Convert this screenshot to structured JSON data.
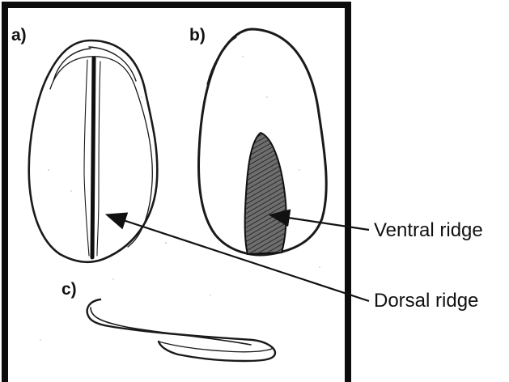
{
  "figure": {
    "panels": [
      {
        "label": "a)"
      },
      {
        "label": "b)"
      },
      {
        "label": "c)"
      }
    ],
    "callouts": {
      "ventral": "Ventral ridge",
      "dorsal": "Dorsal ridge"
    }
  }
}
